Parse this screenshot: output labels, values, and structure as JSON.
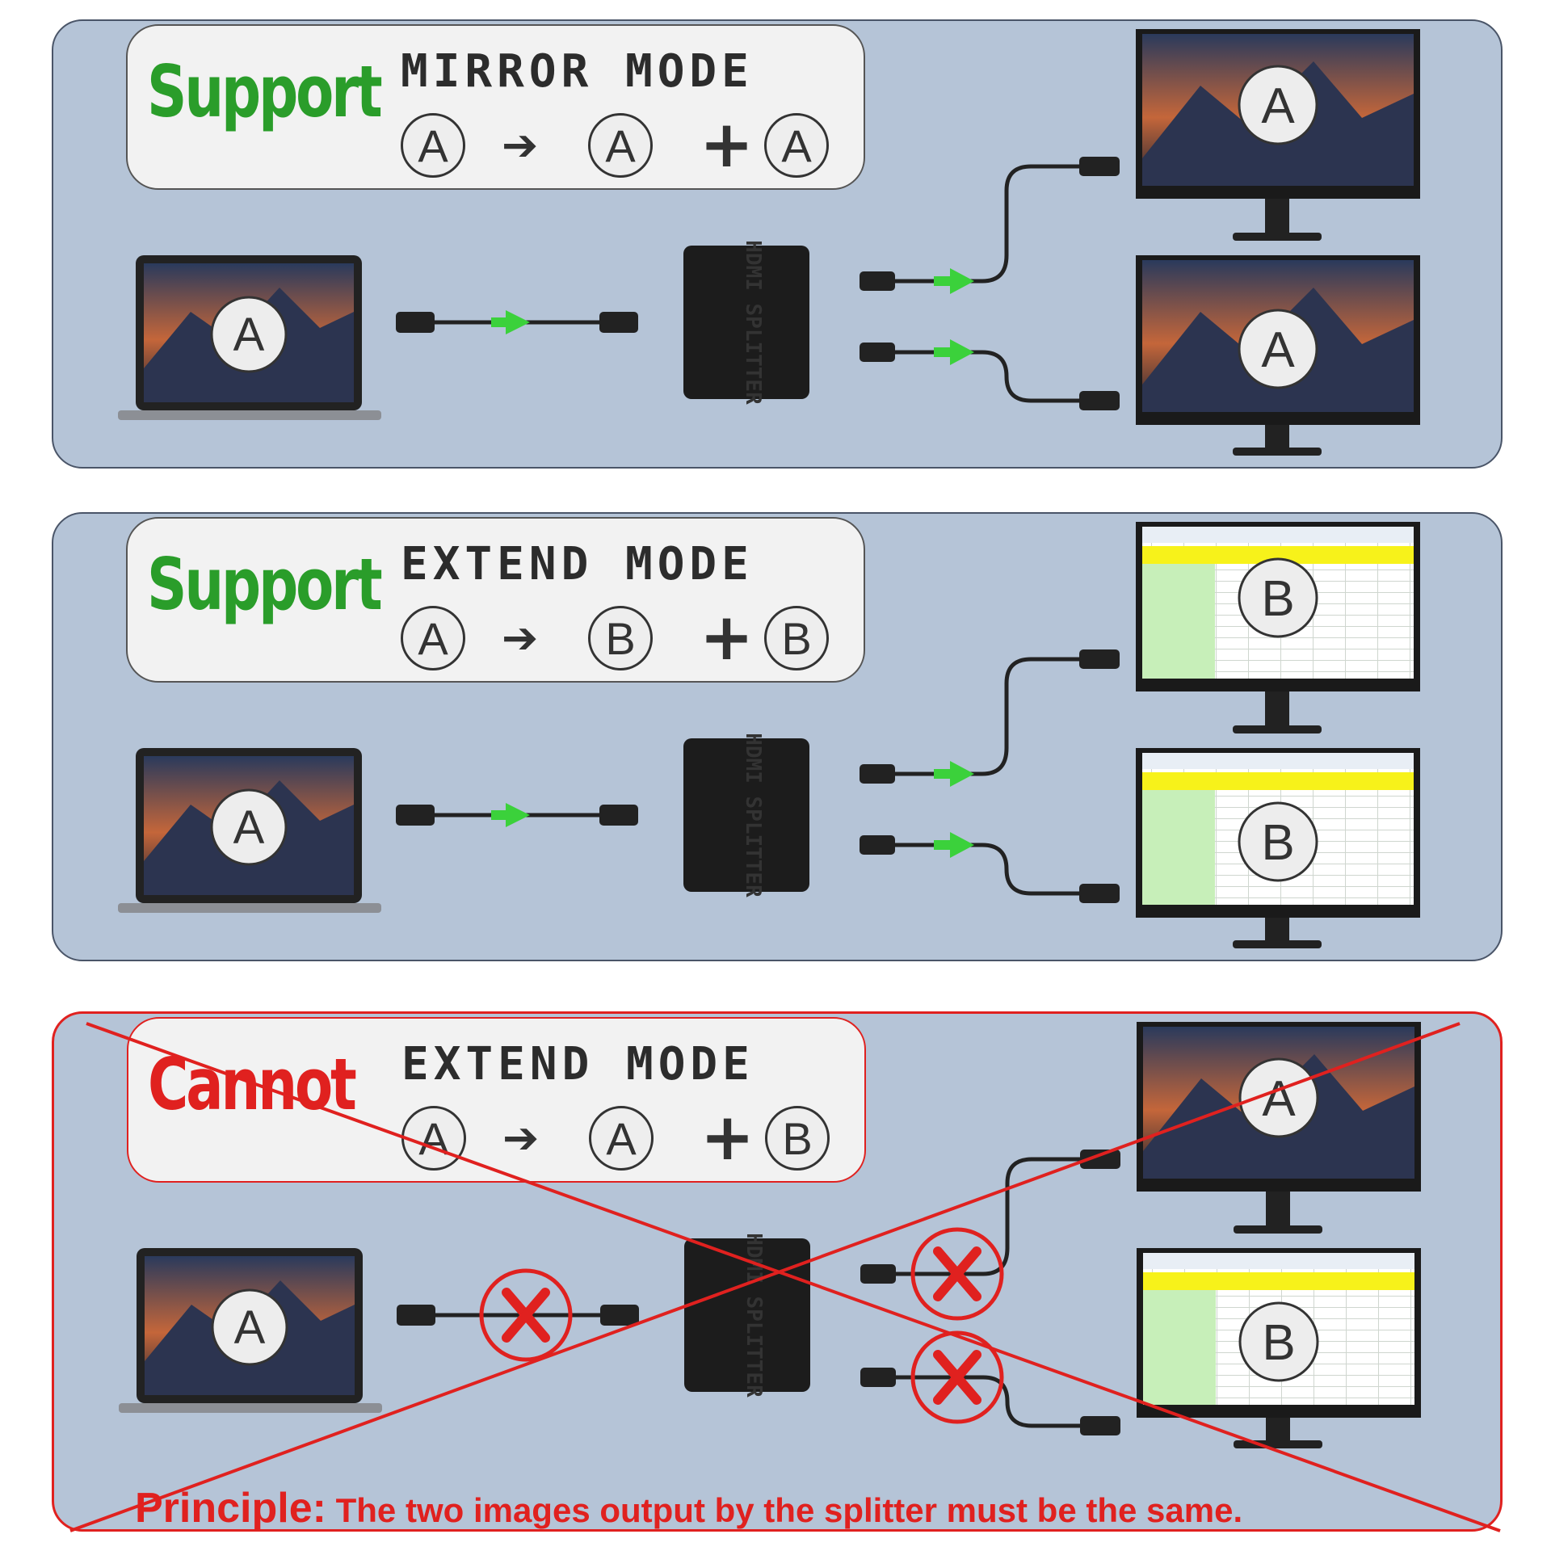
{
  "panels": [
    {
      "status": "Support",
      "mode": "MIRROR MODE",
      "formula": {
        "source": "A",
        "out1": "A",
        "out2": "A",
        "arrow": "➔",
        "plus": "+"
      },
      "laptop_label": "A",
      "monitor_top_label": "A",
      "monitor_bottom_label": "A",
      "splitter_label": "HDMI SPLITTER",
      "supported": true
    },
    {
      "status": "Support",
      "mode": "EXTEND MODE",
      "formula": {
        "source": "A",
        "out1": "B",
        "out2": "B",
        "arrow": "➔",
        "plus": "+"
      },
      "laptop_label": "A",
      "monitor_top_label": "B",
      "monitor_bottom_label": "B",
      "splitter_label": "HDMI SPLITTER",
      "supported": true
    },
    {
      "status": "Cannot",
      "mode": "EXTEND MODE",
      "formula": {
        "source": "A",
        "out1": "A",
        "out2": "B",
        "arrow": "➔",
        "plus": "+"
      },
      "laptop_label": "A",
      "monitor_top_label": "A",
      "monitor_bottom_label": "B",
      "splitter_label": "HDMI SPLITTER",
      "supported": false
    }
  ],
  "principle": {
    "label": "Principle:",
    "text": " The two images output by the splitter must be the same."
  },
  "colors": {
    "panel_bg": "#b5c4d7",
    "support_green": "#2a9d2a",
    "cannot_red": "#e0211f",
    "arrow_green": "#3bd13b"
  },
  "icons": [
    "laptop-icon",
    "monitor-icon",
    "hdmi-splitter-icon",
    "hdmi-cable-icon",
    "green-arrow-icon",
    "red-x-icon"
  ]
}
